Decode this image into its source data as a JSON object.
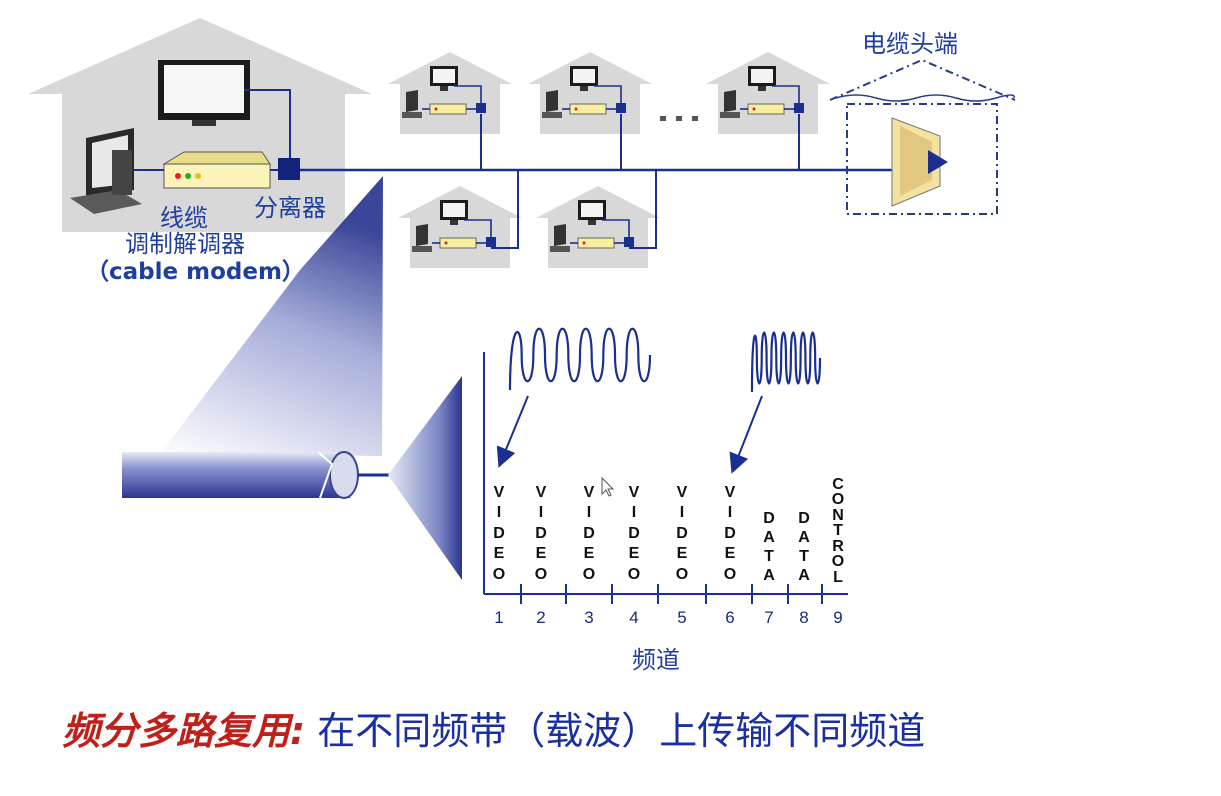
{
  "labels": {
    "headend": "电缆头端",
    "cable_modem_1": "线缆",
    "cable_modem_2": "调制解调器",
    "cable_modem_3": "（cable modem）",
    "splitter": "分离器",
    "channel_axis": "频道"
  },
  "channels": [
    {
      "number": "1",
      "label": "VIDEO"
    },
    {
      "number": "2",
      "label": "VIDEO"
    },
    {
      "number": "3",
      "label": "VIDEO"
    },
    {
      "number": "4",
      "label": "VIDEO"
    },
    {
      "number": "5",
      "label": "VIDEO"
    },
    {
      "number": "6",
      "label": "VIDEO"
    },
    {
      "number": "7",
      "label": "DATA"
    },
    {
      "number": "8",
      "label": "DATA"
    },
    {
      "number": "9",
      "label": "CONTROL"
    }
  ],
  "caption": {
    "emphasis": "频分多路复用:",
    "rest": " 在不同频带（载波）上传输不同频道"
  },
  "colors": {
    "house": "#d8d8d8",
    "line": "#1a2f8f",
    "accent_text": "#1f3fa0",
    "caption_emphasis": "#c0201a"
  }
}
